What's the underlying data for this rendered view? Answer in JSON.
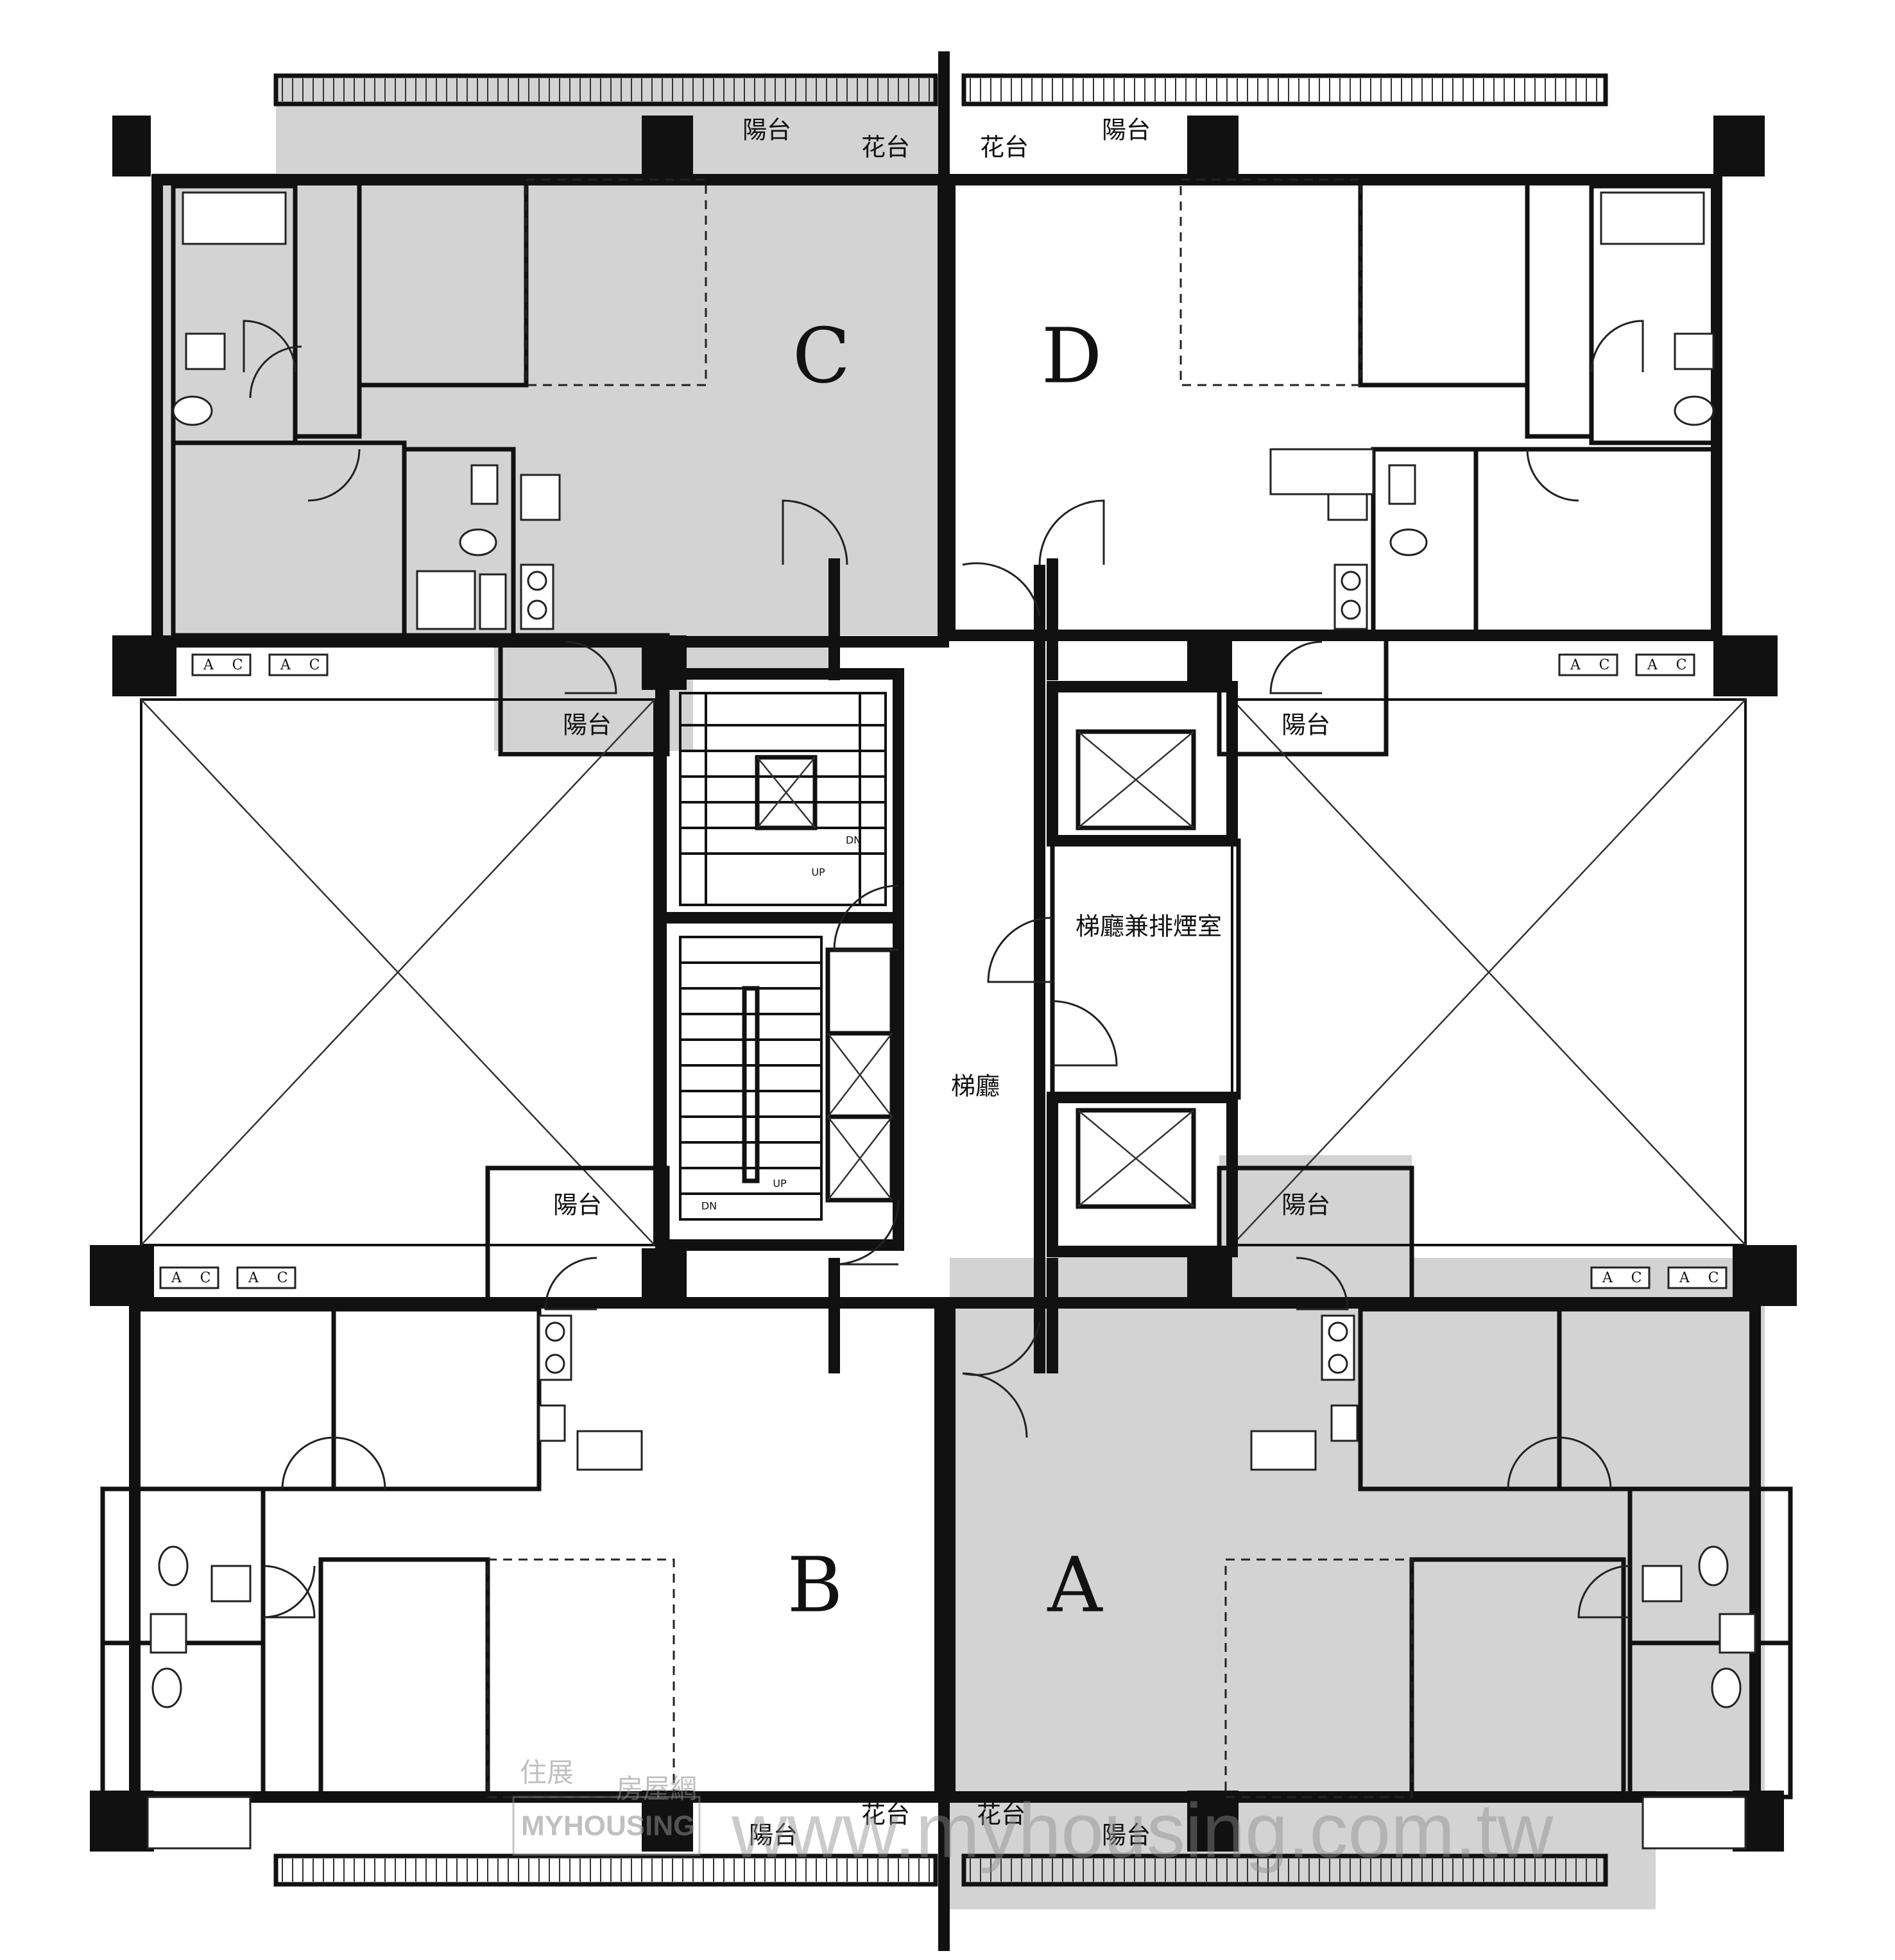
{
  "units": {
    "a": "A",
    "b": "B",
    "c": "C",
    "d": "D"
  },
  "rooms": {
    "balcony": "陽台",
    "planter": "花台",
    "elevator_lobby": "梯廳",
    "lobby_smoke_room": "梯廳兼排煙室"
  },
  "stairs": {
    "up": "UP",
    "dn": "DN"
  },
  "equipment": {
    "ac_a": "A",
    "ac_c": "C"
  },
  "watermark": {
    "logo_cjk": "住展",
    "logo_sub": "房屋網",
    "logo_latin": "MYHOUSING",
    "url": "www.myhousing.com.tw"
  },
  "colors": {
    "unit_fill": "#d3d3d3",
    "wall": "#111111",
    "background": "#ffffff"
  }
}
